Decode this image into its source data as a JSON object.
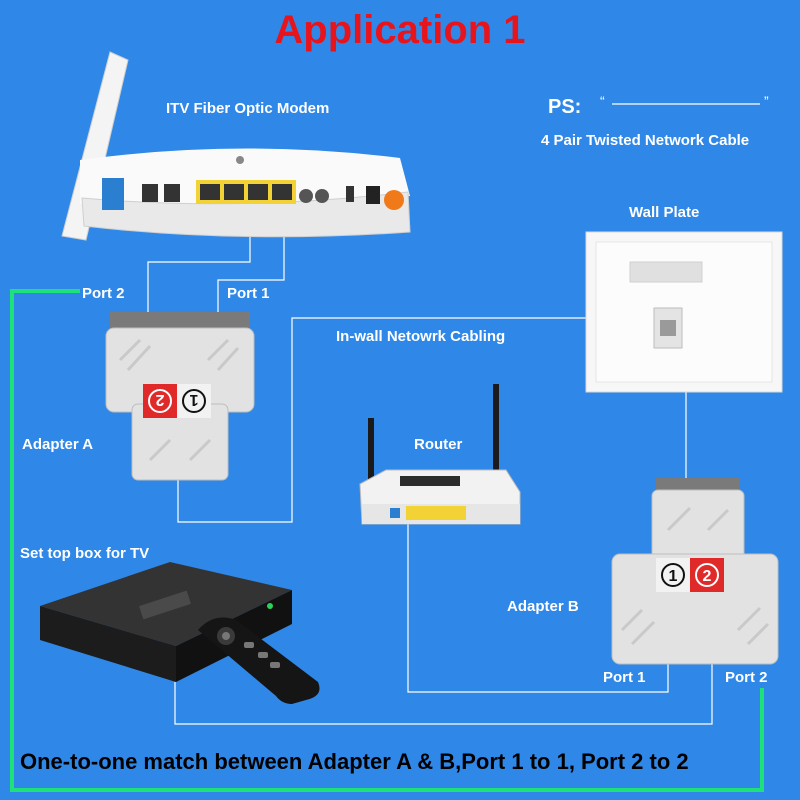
{
  "title": "Application 1",
  "ps": {
    "label": "PS:",
    "cable_description": "4 Pair Twisted Network Cable"
  },
  "devices": {
    "modem": "ITV Fiber Optic Modem",
    "wall_plate": "Wall Plate",
    "router": "Router",
    "adapter_a": "Adapter A",
    "adapter_b": "Adapter B",
    "set_top_box": "Set top box for TV"
  },
  "labels": {
    "in_wall_cabling": "In-wall Netowrk Cabling",
    "adapter_a_port2": "Port 2",
    "adapter_a_port1": "Port 1",
    "adapter_b_port1": "Port 1",
    "adapter_b_port2": "Port 2"
  },
  "adapter_badges": {
    "one": "1",
    "two": "2"
  },
  "footer": "One-to-one match between Adapter A & B,Port 1 to 1, Port 2 to 2",
  "colors": {
    "background": "#2f88e8",
    "title": "#e8141c",
    "link_line": "#1fe07a",
    "cable_line": "#ffffff"
  }
}
